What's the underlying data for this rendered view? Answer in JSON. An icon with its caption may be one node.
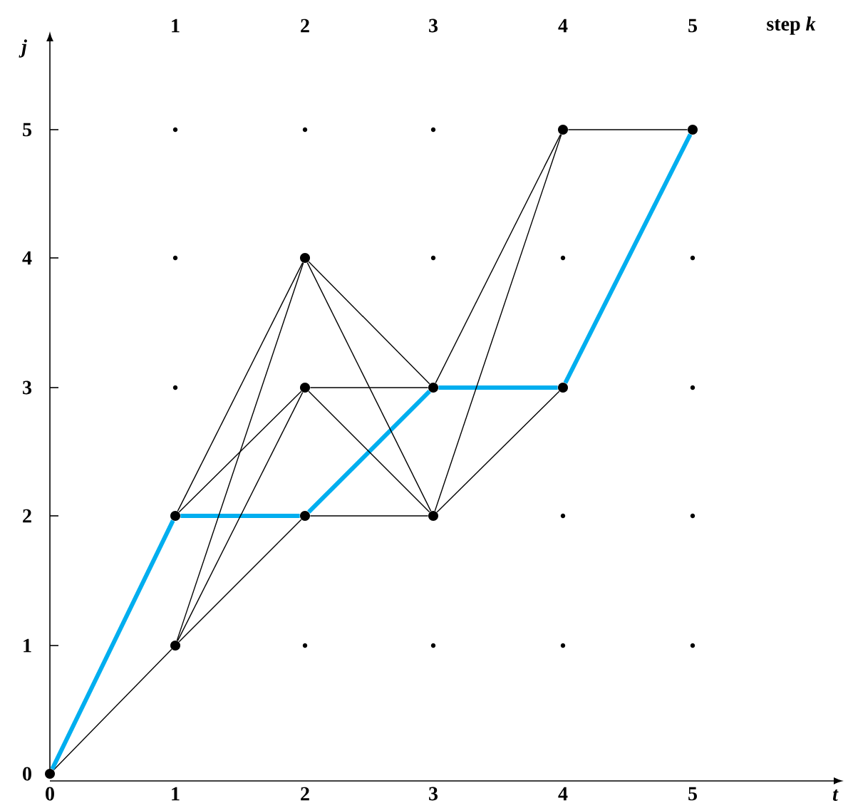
{
  "diagram": {
    "nodes": [
      {
        "text": [],
        "shape": "circle"
      },
      {
        "text": [],
        "shape": "circle"
      },
      {
        "text": [],
        "shape": "circle"
      },
      {
        "text": [],
        "shape": "circle"
      },
      {
        "text": [],
        "shape": "circle"
      },
      {
        "text": [],
        "shape": "circle"
      },
      {
        "text": [],
        "shape": "circle"
      },
      {
        "text": [],
        "shape": "circle"
      },
      {
        "text": [],
        "shape": "circle"
      },
      {
        "text": [],
        "shape": "circle"
      },
      {
        "text": [],
        "shape": "circle"
      }
    ],
    "edges": [
      {
        "from": 0,
        "to": 1,
        "arrow": "none"
      },
      {
        "from": 0,
        "to": 2,
        "arrow": "none",
        "style": "thick",
        "color": "#00aeef"
      },
      {
        "from": 2,
        "to": 3,
        "arrow": "none",
        "style": "thick",
        "color": "#00aeef"
      },
      {
        "from": 2,
        "to": 4,
        "arrow": "none"
      },
      {
        "from": 2,
        "to": 5,
        "arrow": "none"
      },
      {
        "from": 1,
        "to": 3,
        "arrow": "none"
      },
      {
        "from": 1,
        "to": 4,
        "arrow": "none"
      },
      {
        "from": 1,
        "to": 5,
        "arrow": "none"
      },
      {
        "from": 3,
        "to": 7,
        "arrow": "none",
        "style": "thick",
        "color": "#00aeef"
      },
      {
        "from": 3,
        "to": 6,
        "arrow": "none"
      },
      {
        "from": 4,
        "to": 7,
        "arrow": "none"
      },
      {
        "from": 4,
        "to": 6,
        "arrow": "none"
      },
      {
        "from": 5,
        "to": 7,
        "arrow": "none"
      },
      {
        "from": 5,
        "to": 6,
        "arrow": "none"
      },
      {
        "from": 7,
        "to": 8,
        "arrow": "none",
        "style": "thick",
        "color": "#00aeef"
      },
      {
        "from": 7,
        "to": 9,
        "arrow": "none"
      },
      {
        "from": 6,
        "to": 9,
        "arrow": "none"
      },
      {
        "from": 6,
        "to": 8,
        "arrow": "none"
      },
      {
        "from": 8,
        "to": 10,
        "arrow": "none",
        "style": "thick",
        "color": "#00aeef"
      },
      {
        "from": 9,
        "to": 10,
        "arrow": "none"
      }
    ],
    "labels": [
      "1",
      "2",
      "3",
      "4",
      "5",
      "step *k*",
      "j",
      "5",
      "4",
      "3",
      "2",
      "1",
      "0",
      "0",
      "1",
      "2",
      "3",
      "4",
      "5",
      "t"
    ]
  }
}
